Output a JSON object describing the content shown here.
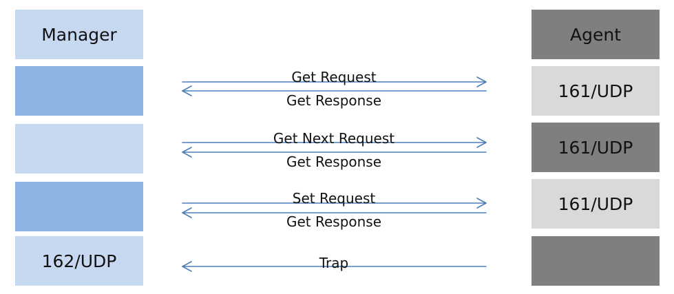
{
  "manager": {
    "header": "Manager",
    "port": "162/UDP"
  },
  "agent": {
    "header": "Agent",
    "ports": [
      "161/UDP",
      "161/UDP",
      "161/UDP"
    ]
  },
  "exchanges": [
    {
      "request": "Get Request",
      "response": "Get Response"
    },
    {
      "request": "Get Next Request",
      "response": "Get Response"
    },
    {
      "request": "Set Request",
      "response": "Get Response"
    },
    {
      "request": "Trap"
    }
  ],
  "colors": {
    "manager_light": "#c7d9f1",
    "manager_mid": "#8eb4e3",
    "agent_dark": "#7f7f7f",
    "agent_light": "#d9d9d9",
    "arrow": "#4a7ebb"
  }
}
